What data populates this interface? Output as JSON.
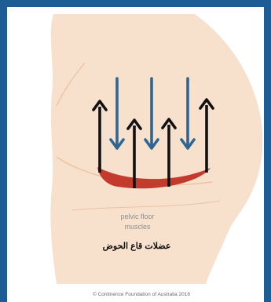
{
  "labels": {
    "english_line1": "pelvic floor",
    "english_line2": "muscles",
    "arabic": "عضلات قاع الحوض"
  },
  "copyright": "© Continence Foundation of Australia 2016",
  "colors": {
    "frame": "#1d5c94",
    "body_fill": "#f7e0cc",
    "muscle": "#c23b2c",
    "arrow_up": "#111111",
    "arrow_down": "#2f6592"
  }
}
